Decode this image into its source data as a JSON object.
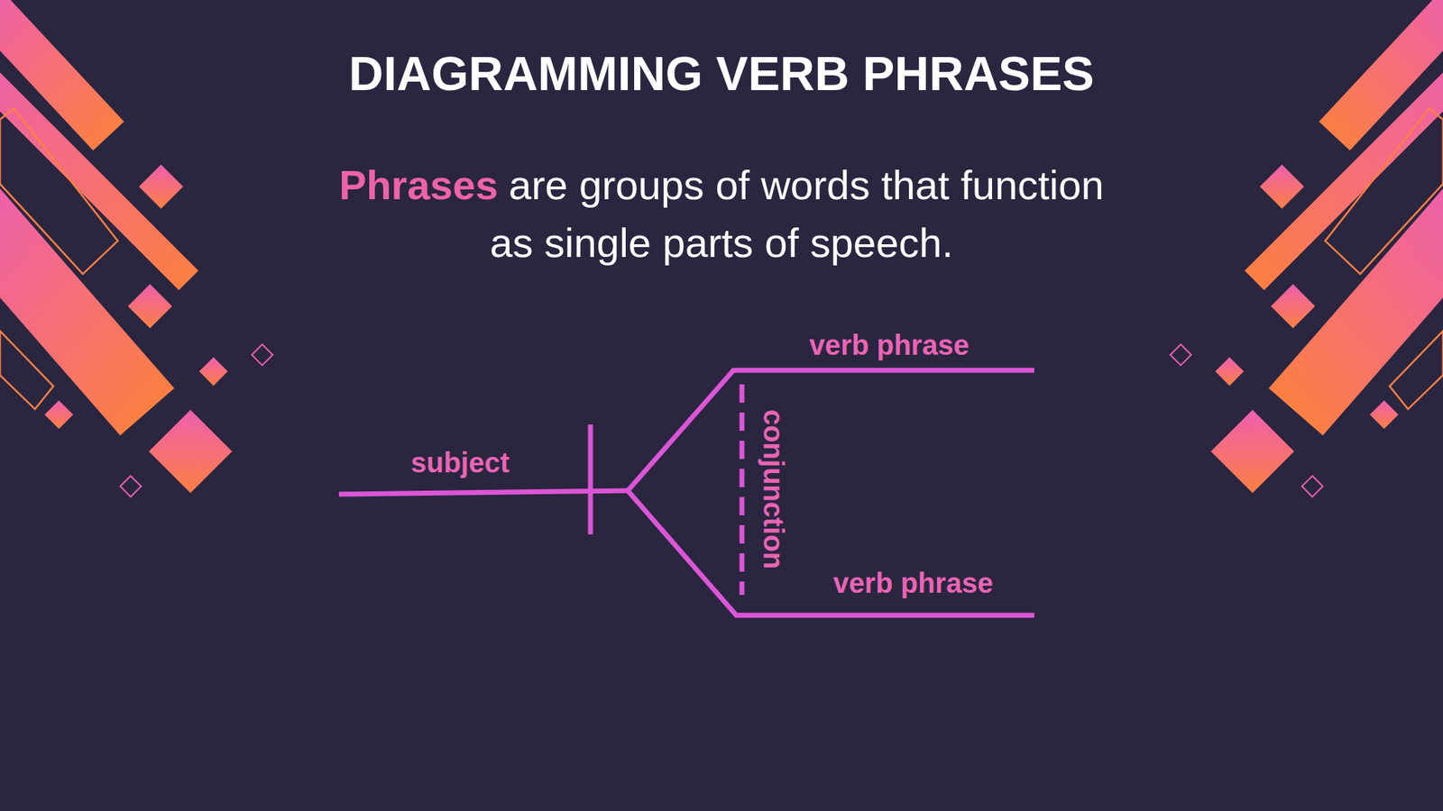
{
  "diagram": {
    "title": "DIAGRAMMING VERB PHRASES",
    "labels": [
      "Phrases",
      "are groups of words that function as single parts of speech.",
      "verb phrase",
      "conjunction",
      "subject",
      "verb phrase"
    ]
  }
}
